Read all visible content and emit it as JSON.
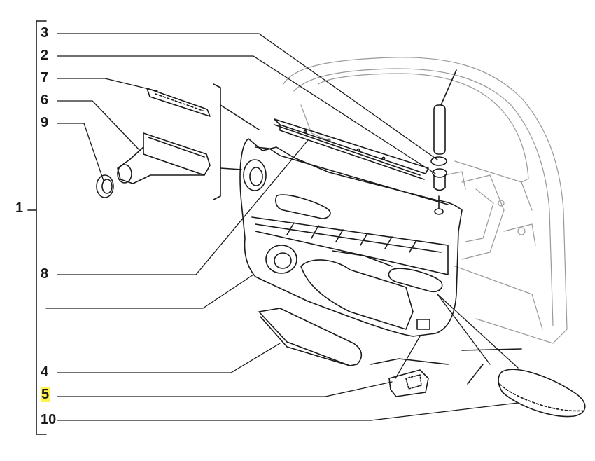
{
  "figure": {
    "type": "exploded parts diagram",
    "subject": "front door trim panel assembly",
    "highlight_color": "#fff24a",
    "line_color": "#1a1a1a"
  },
  "callouts": [
    {
      "id": "c3",
      "label": "3",
      "highlighted": false
    },
    {
      "id": "c2",
      "label": "2",
      "highlighted": false
    },
    {
      "id": "c7",
      "label": "7",
      "highlighted": false
    },
    {
      "id": "c6",
      "label": "6",
      "highlighted": false
    },
    {
      "id": "c9",
      "label": "9",
      "highlighted": false
    },
    {
      "id": "c1",
      "label": "1",
      "highlighted": false
    },
    {
      "id": "c8",
      "label": "8",
      "highlighted": false
    },
    {
      "id": "c4",
      "label": "4",
      "highlighted": false
    },
    {
      "id": "c5",
      "label": "5",
      "highlighted": true
    },
    {
      "id": "c10",
      "label": "10",
      "highlighted": false
    }
  ]
}
